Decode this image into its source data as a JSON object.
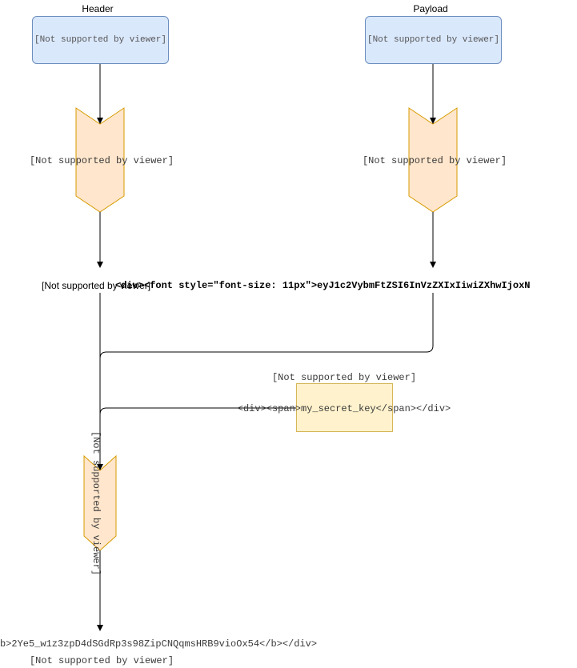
{
  "header_column": {
    "title": "Header",
    "input_box_text": "[Not supported by viewer]",
    "encode_step_label": "[Not supported by viewer]",
    "output_label": "[Not supported by viewer]"
  },
  "payload_column": {
    "title": "Payload",
    "input_box_text": "[Not supported by viewer]",
    "encode_step_label": "[Not supported by viewer]",
    "output_label": "<div><font style=\"font-size: 11px\">eyJ1c2VybmFtZSI6InVzZXIxIiwiZXhwIjoxN"
  },
  "secret": {
    "caption": "[Not supported by viewer]",
    "value": "<div><span>my_secret_key</span></div>"
  },
  "signing_step": {
    "label": "[Not supported by viewer]"
  },
  "signature": {
    "value": "b>2Ye5_w1z3zpD4dSGdRp3s98ZipCNQqmsHRB9vioOx54</b></div>",
    "caption": "[Not supported by viewer]"
  },
  "colors": {
    "input_fill": "#dae8fc",
    "input_stroke": "#6c8ebf",
    "step_fill": "#ffe6cc",
    "step_stroke": "#d79b00",
    "secret_fill": "#fff2cc",
    "secret_stroke": "#d6b656",
    "edge": "#000000"
  }
}
